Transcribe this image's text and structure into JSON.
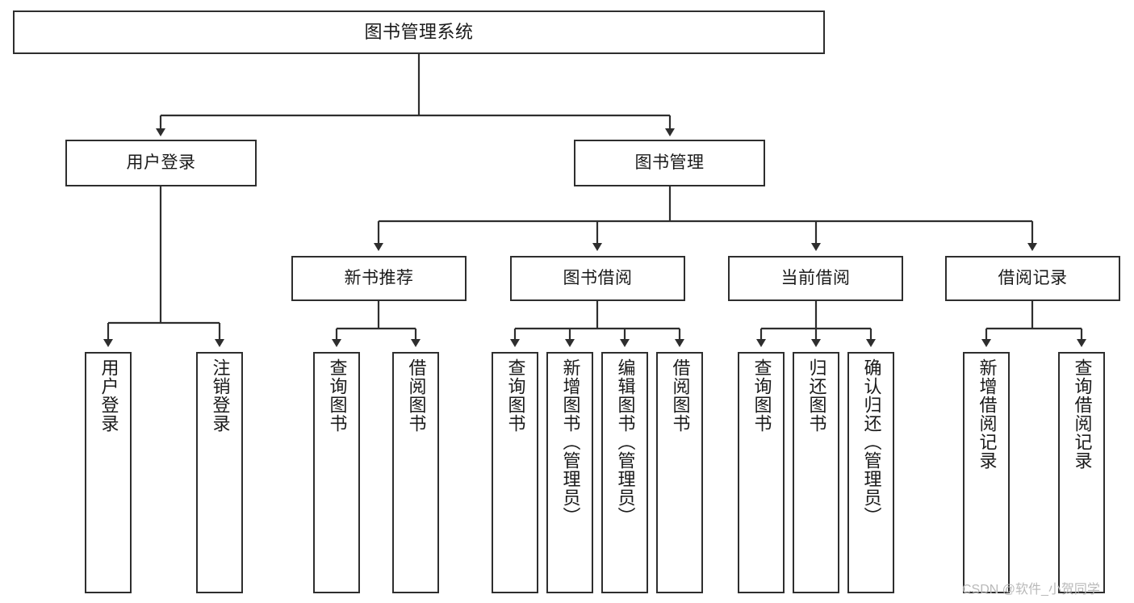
{
  "diagram": {
    "title": "图书管理系统",
    "type": "tree-hierarchy-chart",
    "watermark": "CSDN @软件_小贺同学",
    "colors": {
      "background": "#ffffff",
      "node_border": "#2e2e2e",
      "node_fill": "#ffffff",
      "edge": "#2e2e2e",
      "text": "#1a1a1a",
      "watermark": "#b9b9b9"
    },
    "nodes": {
      "root": {
        "label": "图书管理系统"
      },
      "level2": [
        {
          "label": "用户登录"
        },
        {
          "label": "图书管理"
        }
      ],
      "level3": [
        {
          "label": "新书推荐"
        },
        {
          "label": "图书借阅"
        },
        {
          "label": "当前借阅"
        },
        {
          "label": "借阅记录"
        }
      ],
      "leaves": {
        "user_login": [
          {
            "label": "用户登录"
          },
          {
            "label": "注销登录"
          }
        ],
        "new_book_recommend": [
          {
            "label": "查询图书"
          },
          {
            "label": "借阅图书"
          }
        ],
        "book_borrow": [
          {
            "label": "查询图书"
          },
          {
            "label": "新增图书（管理员）"
          },
          {
            "label": "编辑图书（管理员）"
          },
          {
            "label": "借阅图书"
          }
        ],
        "current_borrow": [
          {
            "label": "查询图书"
          },
          {
            "label": "归还图书"
          },
          {
            "label": "确认归还（管理员）"
          }
        ],
        "borrow_record": [
          {
            "label": "新增借阅记录"
          },
          {
            "label": "查询借阅记录"
          }
        ]
      }
    }
  }
}
